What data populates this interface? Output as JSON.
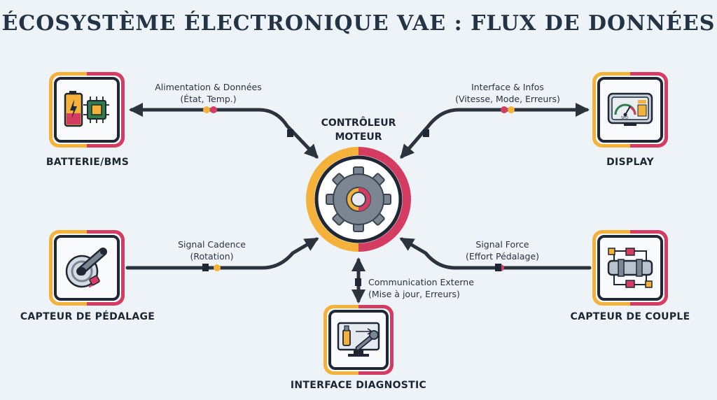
{
  "title": "ÉCOSYSTÈME ÉLECTRONIQUE VAE : FLUX DE DONNÉES",
  "center": {
    "label_line1": "CONTRÔLEUR",
    "label_line2": "MOTEUR",
    "icon": "gear-icon"
  },
  "nodes": {
    "battery": {
      "label": "BATTERIE/BMS",
      "icon": "battery-chip-icon"
    },
    "display": {
      "label": "DISPLAY",
      "icon": "speedometer-icon",
      "screen_text": "SPD"
    },
    "pedal": {
      "label": "CAPTEUR DE PÉDALAGE",
      "icon": "crank-sensor-icon"
    },
    "torque": {
      "label": "CAPTEUR DE COUPLE",
      "icon": "torque-sensor-icon"
    },
    "diag": {
      "label": "INTERFACE DIAGNOSTIC",
      "icon": "usb-wrench-icon"
    }
  },
  "flows": {
    "battery": {
      "line1": "Alimentation & Données",
      "line2": "(État, Temp.)"
    },
    "display": {
      "line1": "Interface & Infos",
      "line2": "(Vitesse, Mode, Erreurs)"
    },
    "pedal": {
      "line1": "Signal Cadence",
      "line2": "(Rotation)"
    },
    "torque": {
      "line1": "Signal Force",
      "line2": "(Effort Pédalage)"
    },
    "diag": {
      "line1": "Communication Externe",
      "line2": "(Mise à jour, Erreurs)"
    }
  },
  "colors": {
    "accent_orange": "#f4b23a",
    "accent_red": "#d43c62",
    "line": "#2b333d"
  }
}
